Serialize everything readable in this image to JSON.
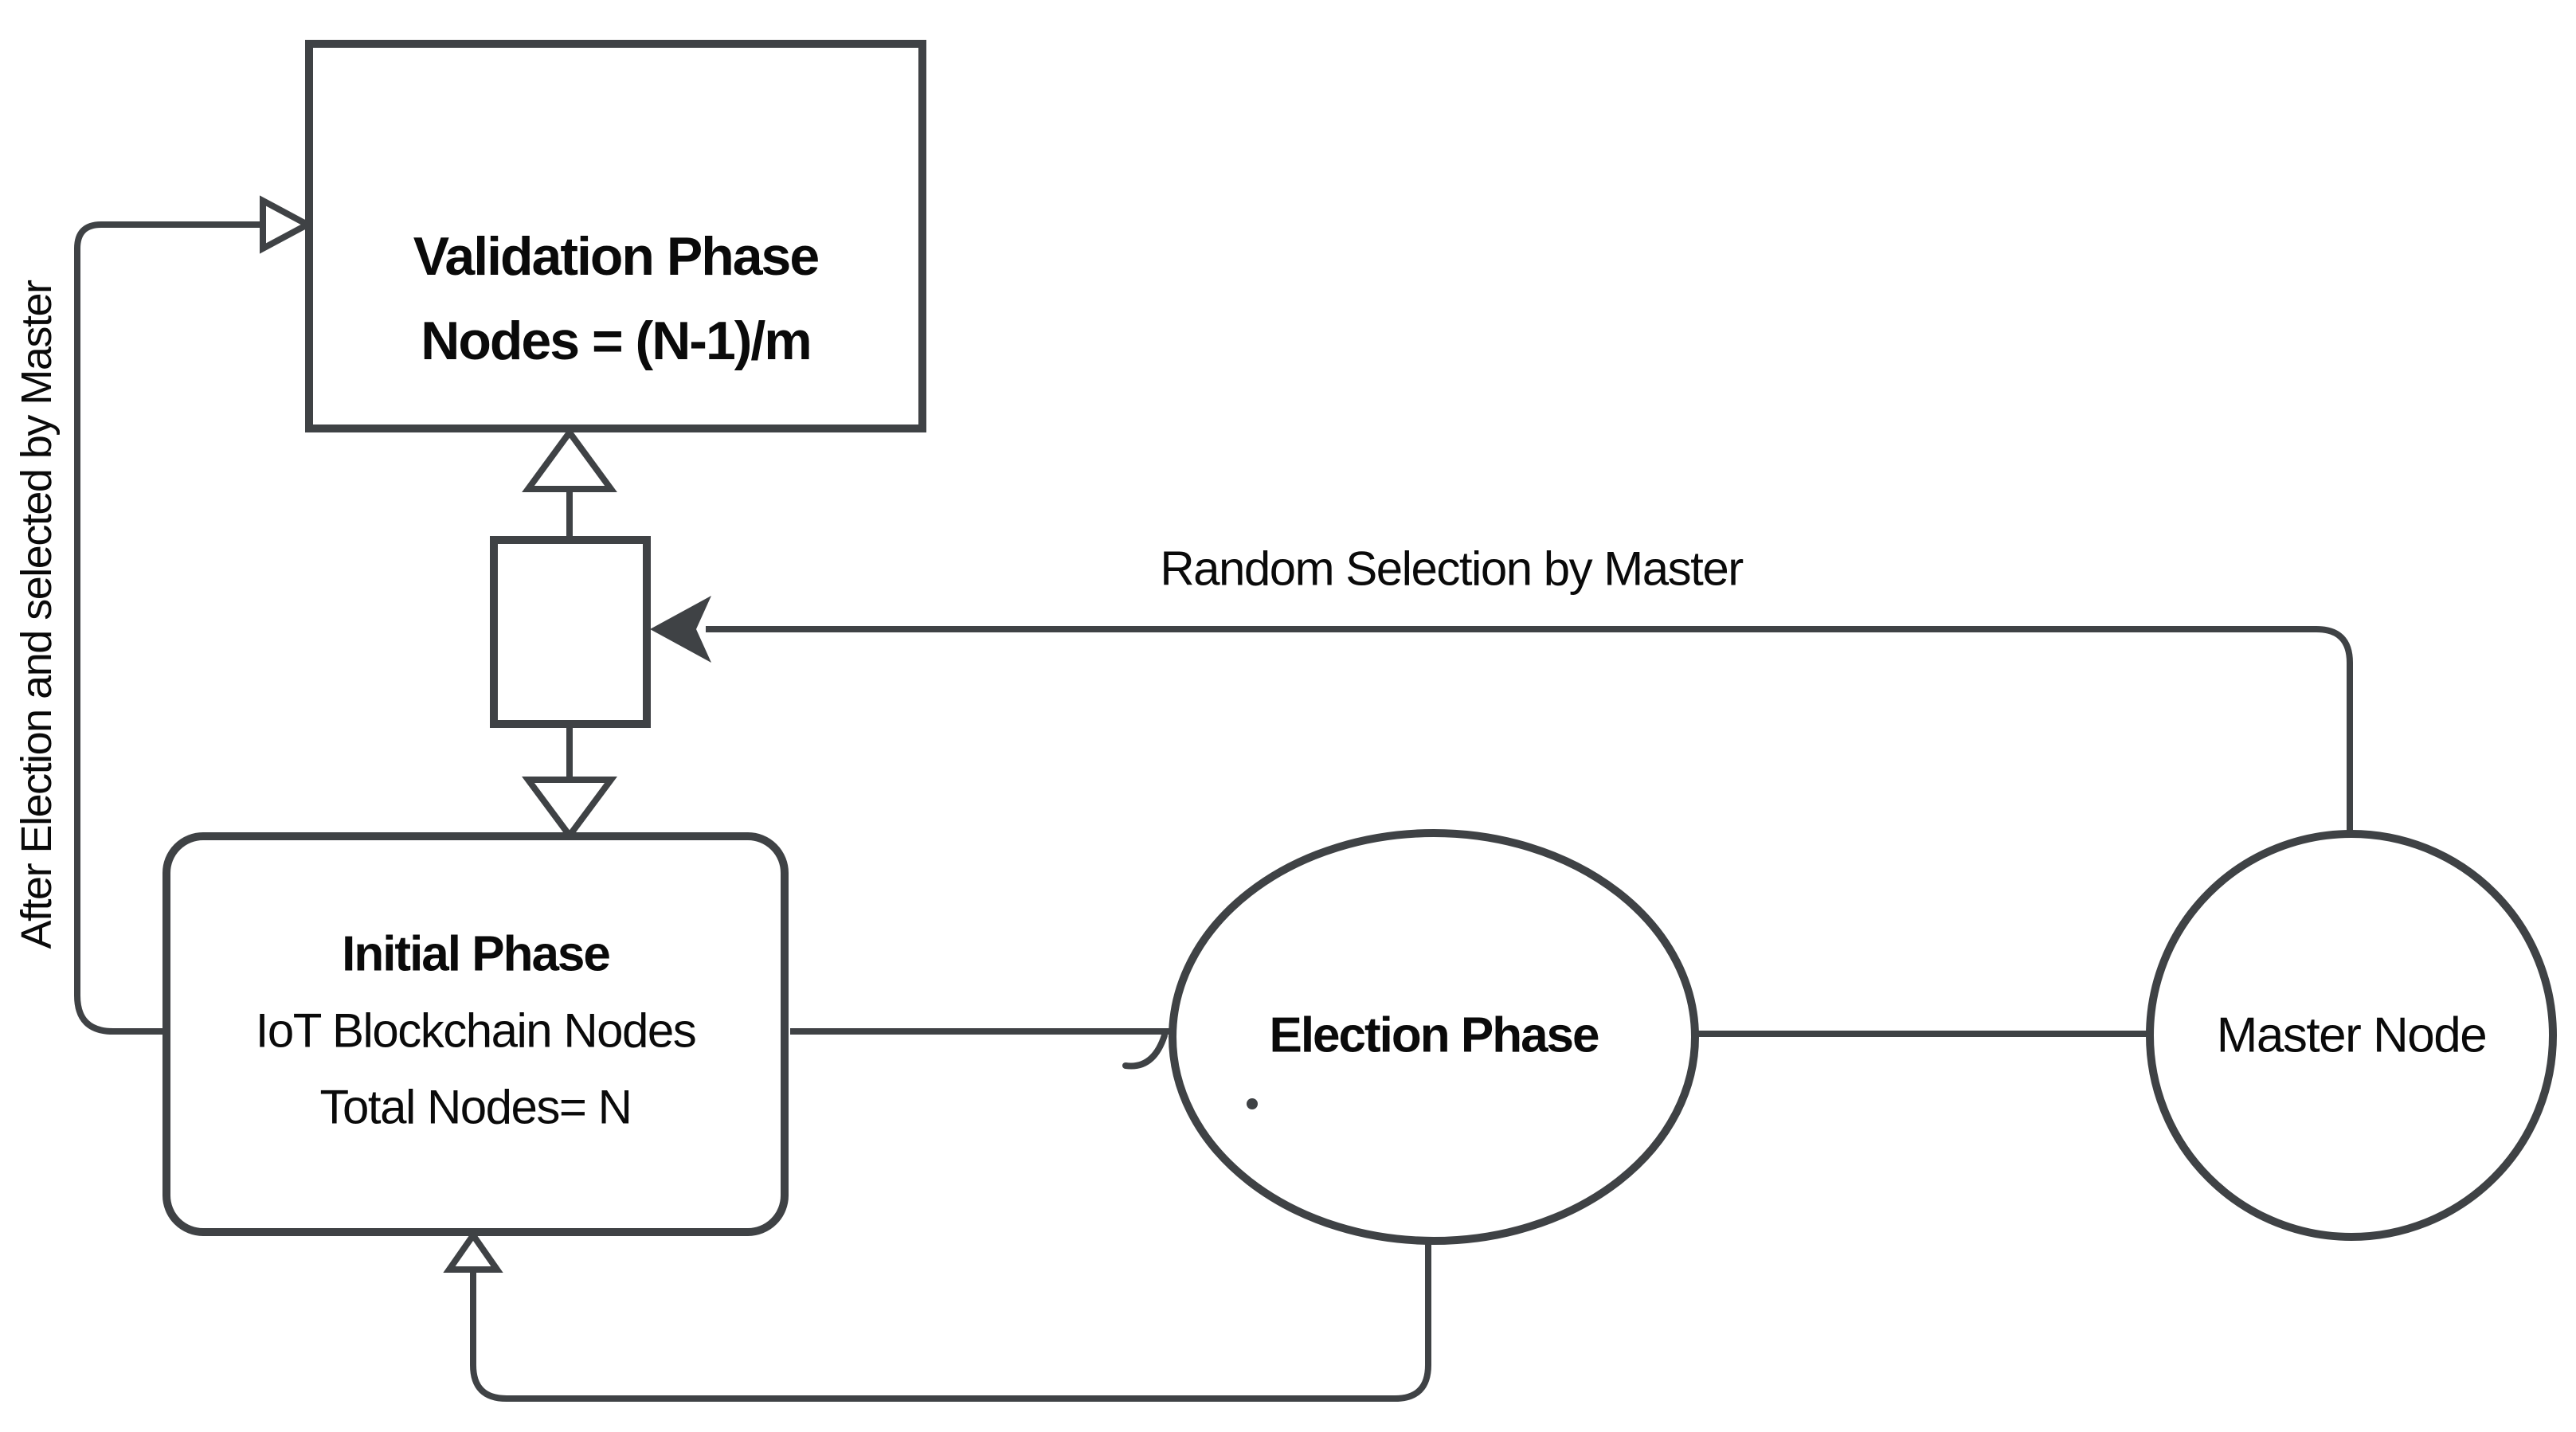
{
  "diagram": {
    "background": "#ffffff",
    "stroke_color": "#3f4245",
    "text_color": "#0a0a0a",
    "nodes": {
      "validation": {
        "shape": "rectangle",
        "lines": [
          "Validation Phase",
          "Nodes = (N-1)/m"
        ]
      },
      "relay": {
        "shape": "rectangle",
        "lines": []
      },
      "initial": {
        "shape": "rounded-rectangle",
        "lines": [
          "Initial Phase",
          "IoT  Blockchain  Nodes",
          "Total  Nodes= N"
        ]
      },
      "election": {
        "shape": "ellipse",
        "label": "Election Phase"
      },
      "master": {
        "shape": "circle",
        "label": "Master Node"
      }
    },
    "edges": {
      "random_selection": {
        "label": "Random Selection by Master",
        "from": "master",
        "to": "relay",
        "arrow": "filled-left"
      },
      "after_election": {
        "label": "After Election and selected by Master",
        "from": "initial",
        "to": "validation",
        "arrow": "hollow-right"
      },
      "relay_to_validation": {
        "from": "relay",
        "to": "validation",
        "arrow": "hollow-up"
      },
      "relay_to_initial": {
        "from": "relay",
        "to": "initial",
        "arrow": "hollow-down"
      },
      "initial_to_election": {
        "from": "initial",
        "to": "election",
        "arrow": "barb"
      },
      "election_to_master": {
        "from": "election",
        "to": "master",
        "arrow": "none"
      },
      "election_loop_to_initial": {
        "from": "election",
        "to": "initial",
        "arrow": "hollow-up"
      }
    }
  }
}
